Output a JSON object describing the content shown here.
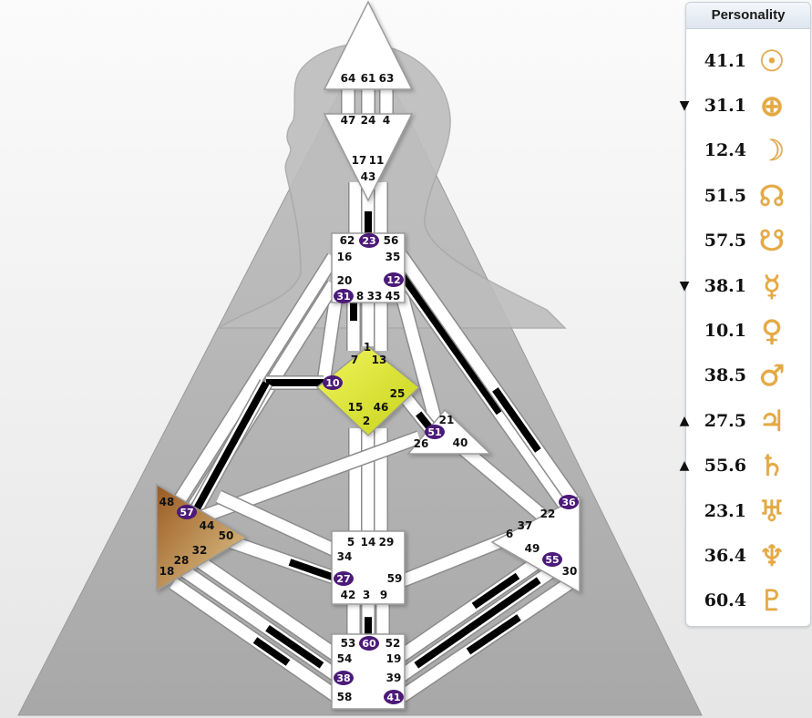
{
  "personality": {
    "header": "Personality",
    "rows": [
      {
        "arrow": "",
        "value": "41.1",
        "symbol": "sun-icon"
      },
      {
        "arrow": "▼",
        "value": "31.1",
        "symbol": "earth-icon"
      },
      {
        "arrow": "",
        "value": "12.4",
        "symbol": "moon-icon"
      },
      {
        "arrow": "",
        "value": "51.5",
        "symbol": "north-node-icon"
      },
      {
        "arrow": "",
        "value": "57.5",
        "symbol": "south-node-icon"
      },
      {
        "arrow": "▼",
        "value": "38.1",
        "symbol": "mercury-icon"
      },
      {
        "arrow": "",
        "value": "10.1",
        "symbol": "venus-icon"
      },
      {
        "arrow": "",
        "value": "38.5",
        "symbol": "mars-icon"
      },
      {
        "arrow": "▲",
        "value": "27.5",
        "symbol": "jupiter-icon"
      },
      {
        "arrow": "▲",
        "value": "55.6",
        "symbol": "saturn-icon"
      },
      {
        "arrow": "",
        "value": "23.1",
        "symbol": "uranus-icon"
      },
      {
        "arrow": "",
        "value": "36.4",
        "symbol": "neptune-icon"
      },
      {
        "arrow": "",
        "value": "60.4",
        "symbol": "pluto-icon"
      }
    ]
  },
  "glyphs": {
    "sun-icon": "☉",
    "earth-icon": "⊕",
    "moon-icon": "☽",
    "north-node-icon": "☊",
    "south-node-icon": "☋",
    "mercury-icon": "☿",
    "venus-icon": "♀",
    "mars-icon": "♂",
    "jupiter-icon": "♃",
    "saturn-icon": "♄",
    "uranus-icon": "♅",
    "neptune-icon": "♆",
    "pluto-icon": "♇"
  },
  "colors": {
    "channel": "#ffffff",
    "activated": "#000000",
    "gate_active": "#4b1a78",
    "g_center": "#dfe62f",
    "spleen": "#b8844a",
    "glyph": "#e7a93e"
  },
  "gates": [
    {
      "id": "64",
      "active": false
    },
    {
      "id": "61",
      "active": false
    },
    {
      "id": "63",
      "active": false
    },
    {
      "id": "47",
      "active": false
    },
    {
      "id": "24",
      "active": false
    },
    {
      "id": "4",
      "active": false
    },
    {
      "id": "17",
      "active": false
    },
    {
      "id": "11",
      "active": false
    },
    {
      "id": "43",
      "active": false
    },
    {
      "id": "62",
      "active": false
    },
    {
      "id": "23",
      "active": true
    },
    {
      "id": "56",
      "active": false
    },
    {
      "id": "16",
      "active": false
    },
    {
      "id": "35",
      "active": false
    },
    {
      "id": "20",
      "active": false
    },
    {
      "id": "12",
      "active": true
    },
    {
      "id": "31",
      "active": true
    },
    {
      "id": "8",
      "active": false
    },
    {
      "id": "33",
      "active": false
    },
    {
      "id": "45",
      "active": false
    },
    {
      "id": "1",
      "active": false
    },
    {
      "id": "7",
      "active": false
    },
    {
      "id": "13",
      "active": false
    },
    {
      "id": "10",
      "active": true
    },
    {
      "id": "25",
      "active": false
    },
    {
      "id": "15",
      "active": false
    },
    {
      "id": "46",
      "active": false
    },
    {
      "id": "2",
      "active": false
    },
    {
      "id": "21",
      "active": false
    },
    {
      "id": "51",
      "active": true
    },
    {
      "id": "26",
      "active": false
    },
    {
      "id": "40",
      "active": false
    },
    {
      "id": "48",
      "active": false
    },
    {
      "id": "57",
      "active": true
    },
    {
      "id": "44",
      "active": false
    },
    {
      "id": "50",
      "active": false
    },
    {
      "id": "32",
      "active": false
    },
    {
      "id": "28",
      "active": false
    },
    {
      "id": "18",
      "active": false
    },
    {
      "id": "5",
      "active": false
    },
    {
      "id": "14",
      "active": false
    },
    {
      "id": "29",
      "active": false
    },
    {
      "id": "34",
      "active": false
    },
    {
      "id": "27",
      "active": true
    },
    {
      "id": "59",
      "active": false
    },
    {
      "id": "42",
      "active": false
    },
    {
      "id": "3",
      "active": false
    },
    {
      "id": "9",
      "active": false
    },
    {
      "id": "36",
      "active": true
    },
    {
      "id": "22",
      "active": false
    },
    {
      "id": "37",
      "active": false
    },
    {
      "id": "6",
      "active": false
    },
    {
      "id": "49",
      "active": false
    },
    {
      "id": "55",
      "active": true
    },
    {
      "id": "30",
      "active": false
    },
    {
      "id": "53",
      "active": false
    },
    {
      "id": "60",
      "active": true
    },
    {
      "id": "52",
      "active": false
    },
    {
      "id": "54",
      "active": false
    },
    {
      "id": "19",
      "active": false
    },
    {
      "id": "38",
      "active": true
    },
    {
      "id": "39",
      "active": false
    },
    {
      "id": "58",
      "active": false
    },
    {
      "id": "41",
      "active": true
    }
  ]
}
